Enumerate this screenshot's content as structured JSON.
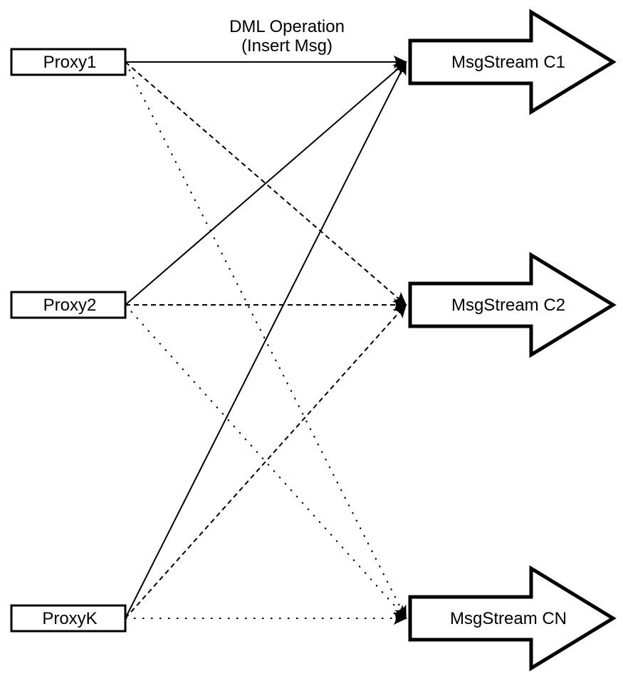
{
  "diagram": {
    "title_line1": "DML Operation",
    "title_line2": "(Insert Msg)"
  },
  "proxies": [
    {
      "id": "proxy1",
      "label": "Proxy1"
    },
    {
      "id": "proxy2",
      "label": "Proxy2"
    },
    {
      "id": "proxyK",
      "label": "ProxyK"
    }
  ],
  "streams": [
    {
      "id": "c1",
      "label": "MsgStream C1"
    },
    {
      "id": "c2",
      "label": "MsgStream C2"
    },
    {
      "id": "cn",
      "label": "MsgStream CN"
    }
  ],
  "connections": [
    {
      "from": "proxy1",
      "to": "c1",
      "style": "solid"
    },
    {
      "from": "proxy1",
      "to": "c2",
      "style": "dashed"
    },
    {
      "from": "proxy1",
      "to": "cn",
      "style": "dotted"
    },
    {
      "from": "proxy2",
      "to": "c1",
      "style": "solid"
    },
    {
      "from": "proxy2",
      "to": "c2",
      "style": "dashed"
    },
    {
      "from": "proxy2",
      "to": "cn",
      "style": "dotted"
    },
    {
      "from": "proxyK",
      "to": "c1",
      "style": "solid"
    },
    {
      "from": "proxyK",
      "to": "c2",
      "style": "dashed"
    },
    {
      "from": "proxyK",
      "to": "cn",
      "style": "dotted"
    }
  ],
  "colors": {
    "stroke": "#000000",
    "fill": "#ffffff",
    "background": "#ffffff"
  }
}
